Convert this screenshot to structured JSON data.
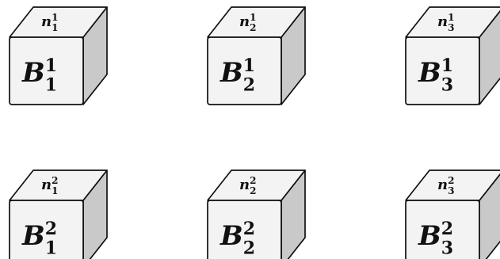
{
  "cubes": [
    {
      "top_var": "n",
      "top_sub": "1",
      "top_sup": "1",
      "front_var": "B",
      "front_sub": "1",
      "front_sup": "1"
    },
    {
      "top_var": "n",
      "top_sub": "2",
      "top_sup": "1",
      "front_var": "B",
      "front_sub": "2",
      "front_sup": "1"
    },
    {
      "top_var": "n",
      "top_sub": "3",
      "top_sup": "1",
      "front_var": "B",
      "front_sub": "3",
      "front_sup": "1"
    },
    {
      "top_var": "n",
      "top_sub": "1",
      "top_sup": "2",
      "front_var": "B",
      "front_sub": "1",
      "front_sup": "2"
    },
    {
      "top_var": "n",
      "top_sub": "2",
      "top_sup": "2",
      "front_var": "B",
      "front_sub": "2",
      "front_sup": "2"
    },
    {
      "top_var": "n",
      "top_sub": "3",
      "top_sup": "2",
      "front_var": "B",
      "front_sub": "3",
      "front_sup": "2"
    }
  ],
  "colors": {
    "front_face": "#f3f3f3",
    "top_face": "#f3f3f3",
    "side_face": "#c9c9c9",
    "outline": "#111111"
  }
}
